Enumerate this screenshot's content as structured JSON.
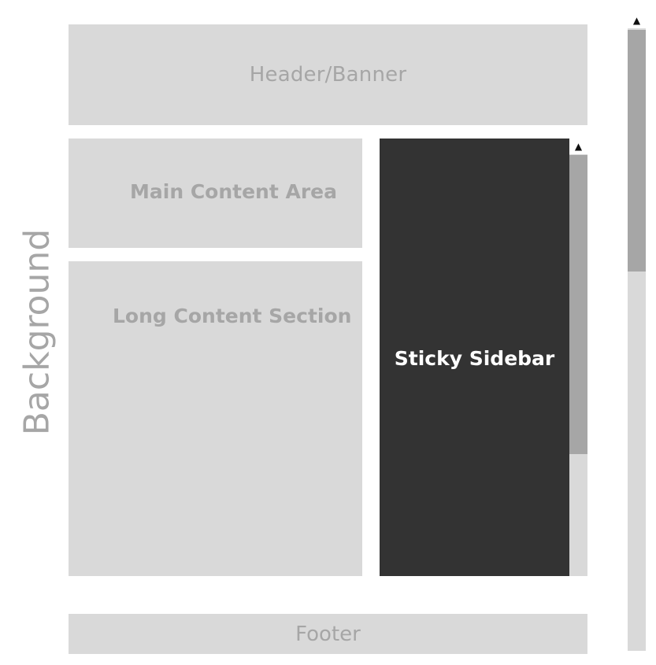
{
  "background_label": "Background",
  "header": {
    "label": "Header/Banner"
  },
  "main_content": {
    "label": "Main Content Area"
  },
  "long_content": {
    "label": "Long Content Section"
  },
  "sidebar": {
    "label": "Sticky Sidebar",
    "scroll_up_icon": "▲"
  },
  "footer": {
    "label": "Footer"
  },
  "page_scrollbar": {
    "scroll_up_icon": "▲"
  },
  "colors": {
    "block": "#d9d9d9",
    "block_text": "#a6a6a6",
    "sidebar_bg": "#333333",
    "sidebar_text": "#ffffff",
    "scroll_thumb": "#a6a6a6"
  }
}
